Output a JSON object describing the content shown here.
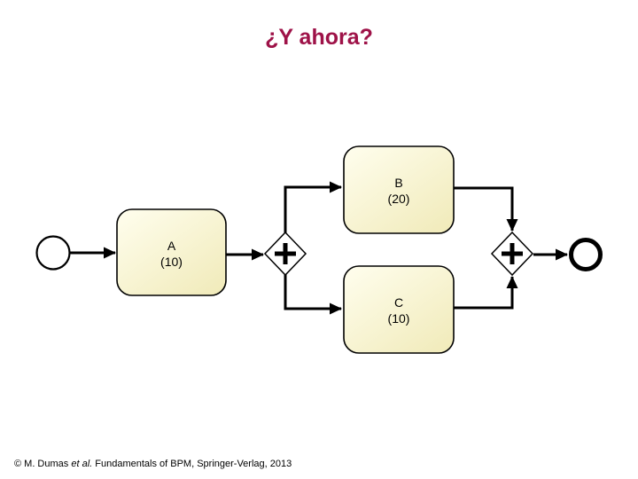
{
  "slide": {
    "title": "¿Y ahora?",
    "title_color": "#9E1248",
    "background_color": "#FFFFFF"
  },
  "diagram": {
    "type": "bpmn-process-model",
    "start_event": {
      "kind": "start-event-circle"
    },
    "end_event": {
      "kind": "end-event-thick-circle"
    },
    "tasks": [
      {
        "name": "A",
        "duration": "(10)"
      },
      {
        "name": "B",
        "duration": "(20)"
      },
      {
        "name": "C",
        "duration": "(10)"
      }
    ],
    "gateways": [
      {
        "kind": "parallel-gateway-split",
        "symbol": "+"
      },
      {
        "kind": "parallel-gateway-join",
        "symbol": "+"
      }
    ],
    "colors": {
      "task_fill_top": "#FFFEEE",
      "task_fill_bottom": "#F1EBBB",
      "stroke": "#000000",
      "gateway_fill": "#FFFFFF",
      "event_fill": "#FFFFFF"
    }
  },
  "footer": {
    "prefix": "© M. Dumas ",
    "italic": "et al.",
    "suffix": " Fundamentals of BPM, Springer-Verlag, 2013"
  }
}
